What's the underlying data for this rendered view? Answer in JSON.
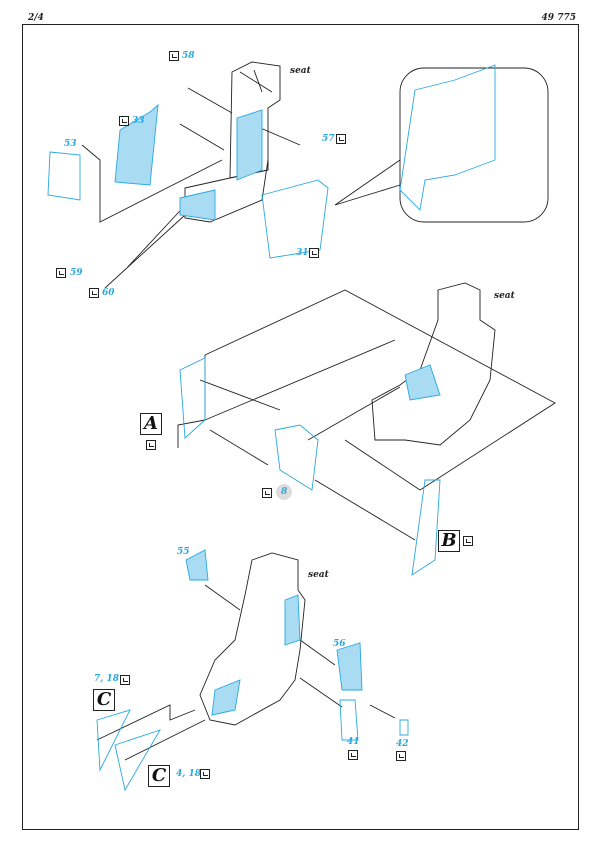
{
  "header": {
    "page": "2/4",
    "code": "49 775"
  },
  "colors": {
    "part": "#29a8e0",
    "fill": "#a9dcf3",
    "line": "#222222"
  },
  "step1": {
    "seat": "seat",
    "parts": [
      "58",
      "33",
      "53",
      "57",
      "31",
      "59",
      "60"
    ]
  },
  "step2": {
    "seat": "seat",
    "detail_a": "A",
    "detail_b": "B",
    "part": "8"
  },
  "step3": {
    "seat": "seat",
    "parts": [
      "55",
      "56",
      "41",
      "42"
    ],
    "detail_c_top": "C",
    "detail_c_top_parts": "7, 18",
    "detail_c_bottom": "C",
    "detail_c_bottom_parts": "4, 18"
  }
}
